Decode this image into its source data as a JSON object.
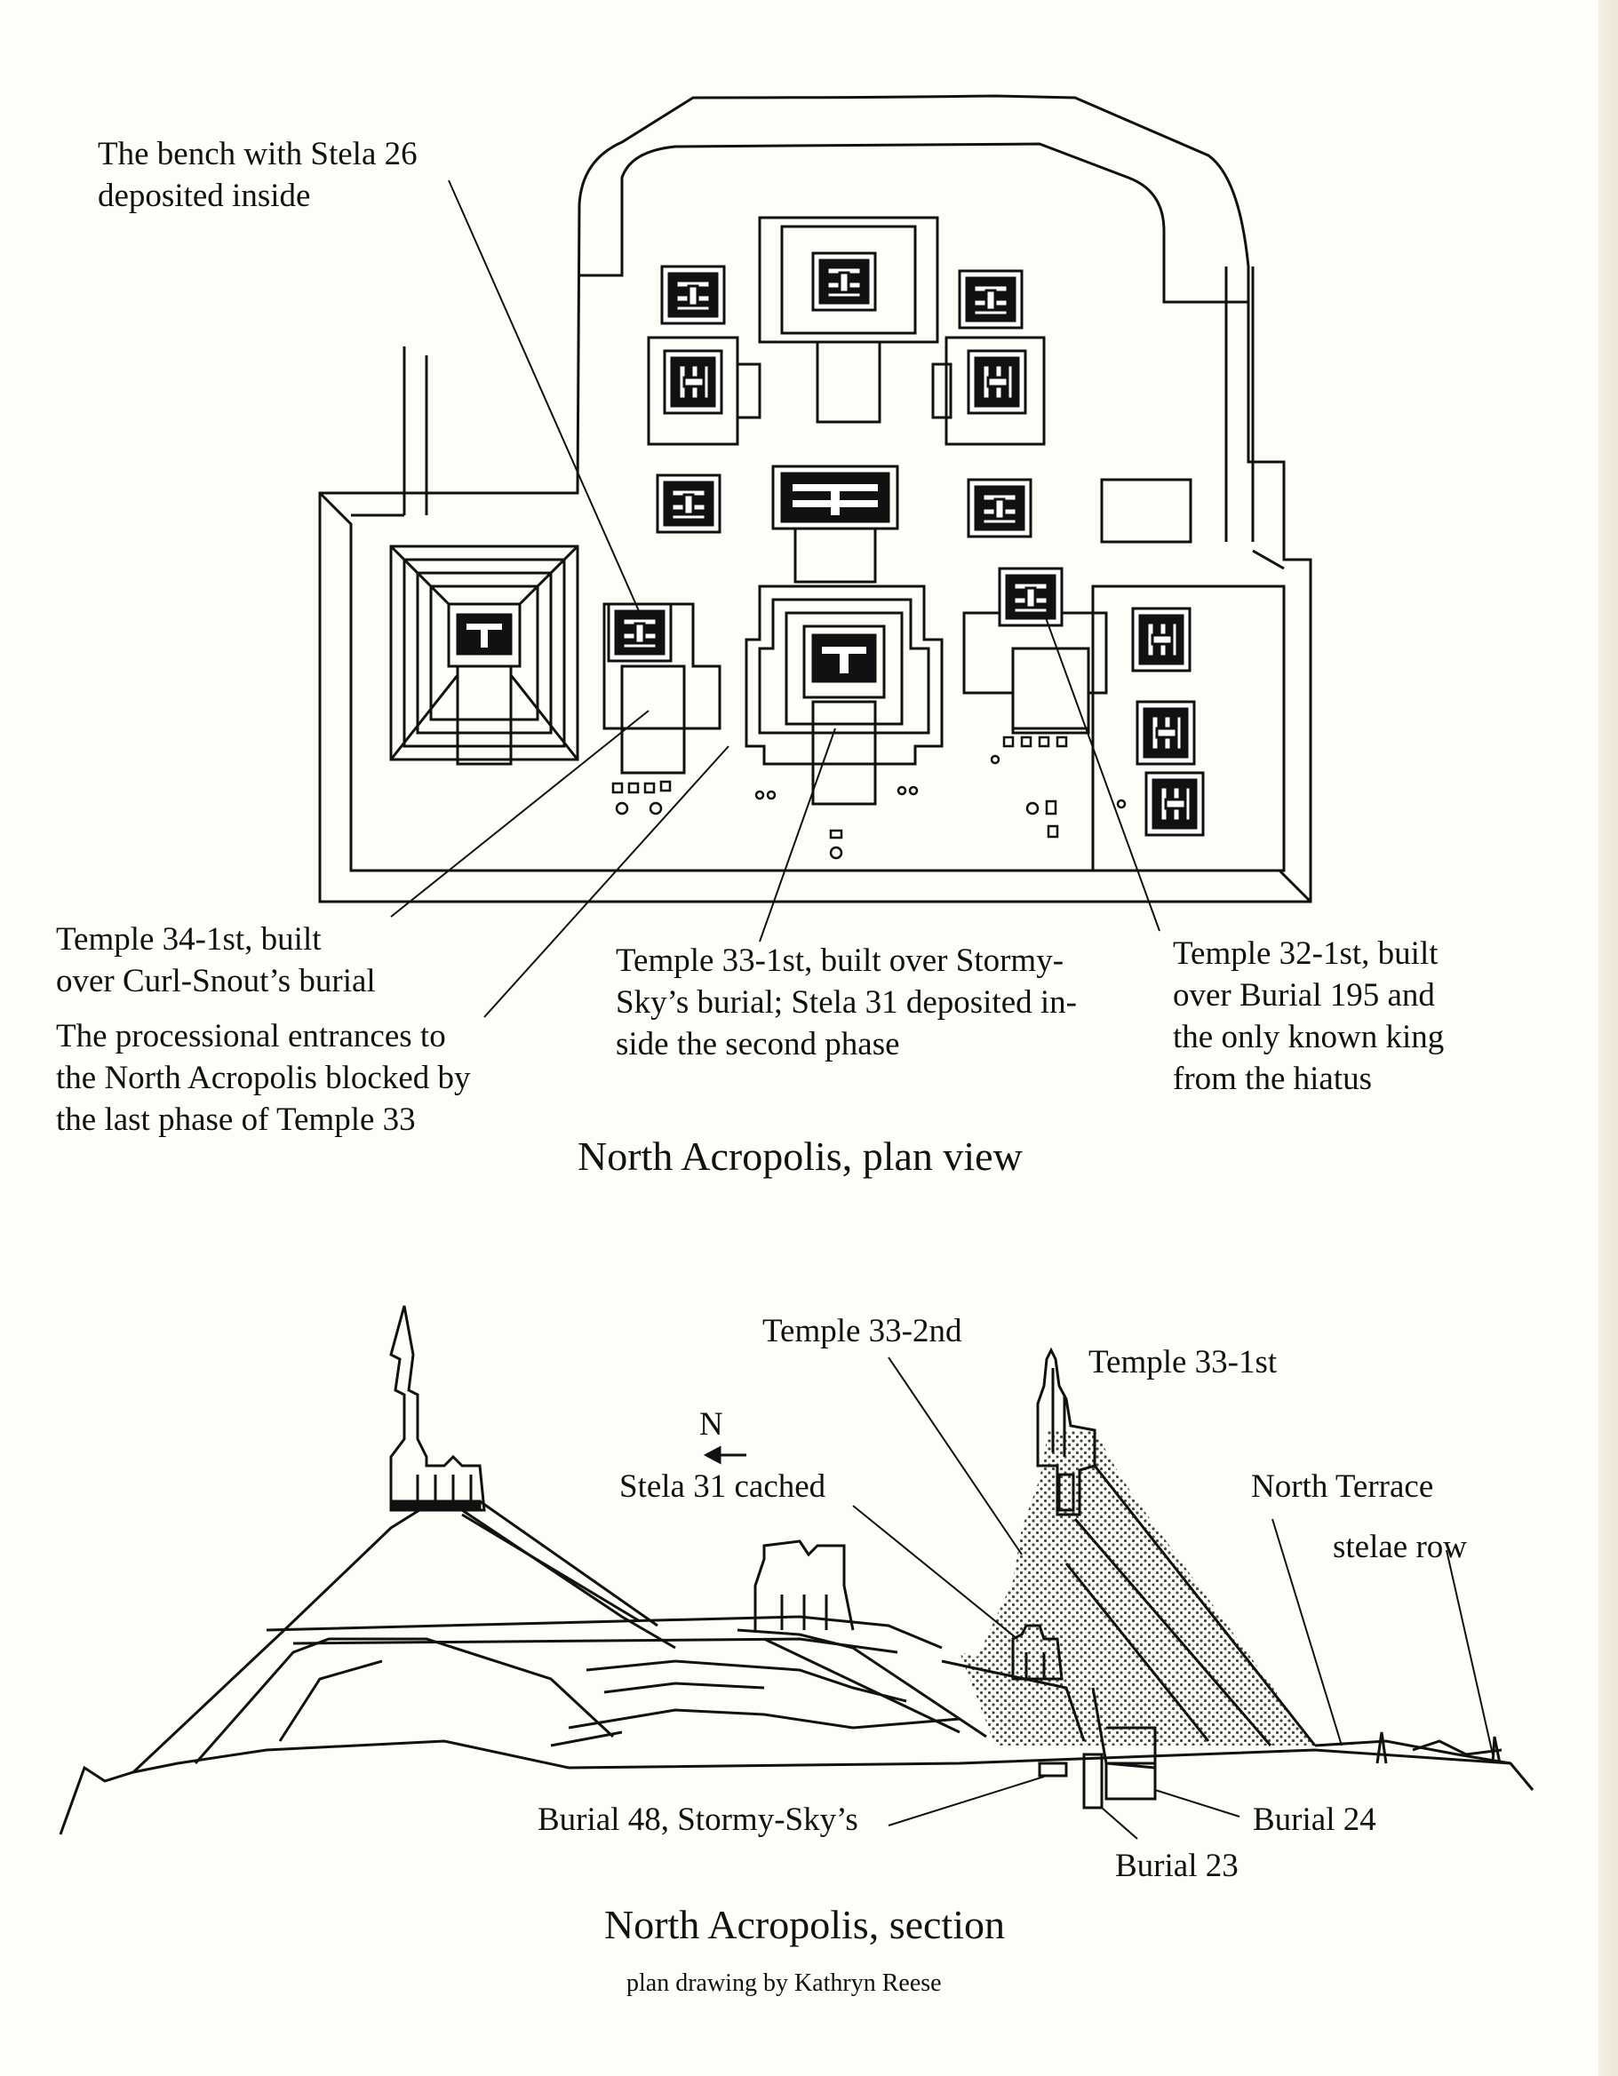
{
  "plan": {
    "caption": "North Acropolis, plan view",
    "labels": {
      "bench_stela26": [
        "The bench with Stela 26",
        "deposited inside"
      ],
      "temple34": [
        "Temple 34-1st, built",
        "over Curl-Snout’s burial"
      ],
      "processional": [
        "The processional entrances to",
        "the North Acropolis blocked by",
        "the last phase of Temple 33"
      ],
      "temple33": [
        "Temple 33-1st, built over Stormy-",
        "Sky’s burial; Stela 31 deposited in-",
        "side the second phase"
      ],
      "temple32": [
        "Temple 32-1st, built",
        "over Burial 195 and",
        "the only known king",
        "from the hiatus"
      ]
    }
  },
  "section": {
    "caption": "North Acropolis, section",
    "credit": "plan drawing by Kathryn Reese",
    "north_arrow": "N",
    "labels": {
      "temple33_2nd": "Temple 33-2nd",
      "temple33_1st": "Temple 33-1st",
      "stela31": "Stela 31 cached",
      "north_terrace": "North Terrace",
      "stelae_row": "stelae row",
      "burial48": "Burial 48, Stormy-Sky’s",
      "burial24": "Burial 24",
      "burial23": "Burial 23"
    }
  },
  "colors": {
    "ink": "#111111",
    "paper": "#fefdf8",
    "stipple": "#555555"
  }
}
